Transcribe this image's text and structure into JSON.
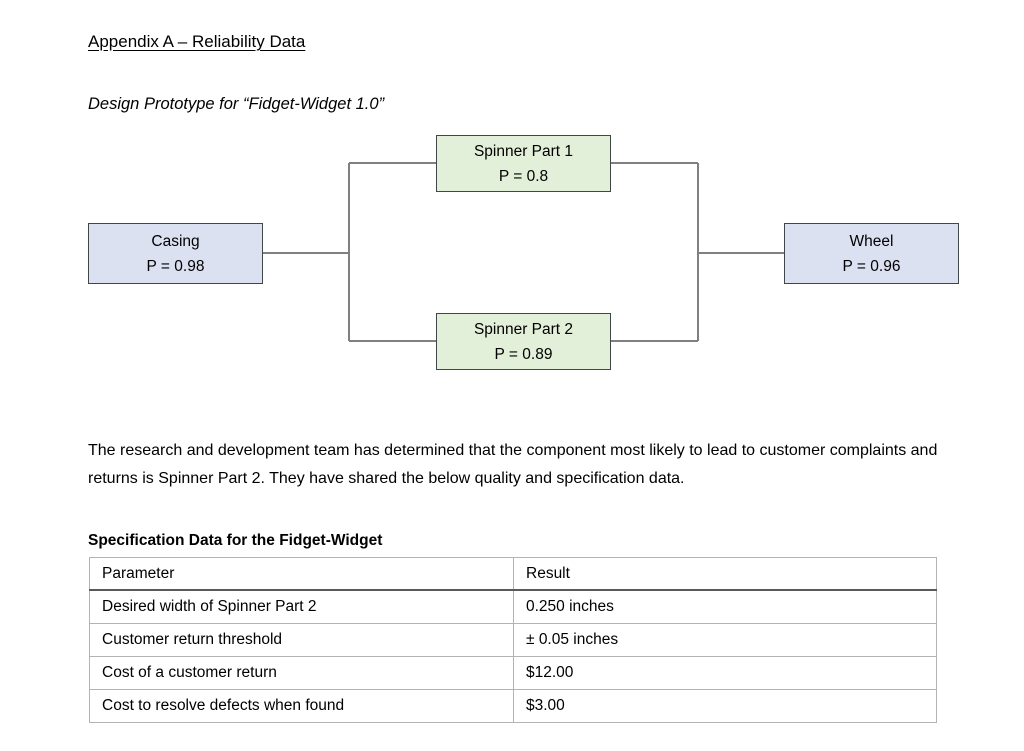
{
  "document": {
    "appendix_title": "Appendix A – Reliability Data",
    "prototype_caption": "Design Prototype for “Fidget-Widget 1.0”",
    "analysis_paragraph": "The research and development team has determined that the component most likely to lead to customer complaints and returns is Spinner Part 2. They have shared the below quality and specification data."
  },
  "diagram": {
    "type": "reliability-block-diagram",
    "colors": {
      "series_fill": "#dce1f2",
      "parallel_fill": "#e2efd9",
      "box_border": "#41464b",
      "connector": "#808080"
    },
    "nodes": [
      {
        "id": "casing",
        "label": "Casing",
        "probability": "P = 0.98",
        "value": 0.98,
        "arrangement": "series",
        "fill": "#dce1f2"
      },
      {
        "id": "spinner-1",
        "label": "Spinner Part 1",
        "probability": "P = 0.8",
        "value": 0.8,
        "arrangement": "parallel",
        "fill": "#e2efd9"
      },
      {
        "id": "spinner-2",
        "label": "Spinner Part 2",
        "probability": "P = 0.89",
        "value": 0.89,
        "arrangement": "parallel",
        "fill": "#e2efd9"
      },
      {
        "id": "wheel",
        "label": "Wheel",
        "probability": "P = 0.96",
        "value": 0.96,
        "arrangement": "series",
        "fill": "#dce1f2"
      }
    ]
  },
  "spec_table": {
    "title": "Specification Data for the Fidget-Widget",
    "columns": [
      "Parameter",
      "Result"
    ],
    "rows": [
      {
        "parameter": "Desired width of Spinner Part 2",
        "result": "0.250 inches"
      },
      {
        "parameter": "Customer return threshold",
        "result": "± 0.05 inches"
      },
      {
        "parameter": "Cost of a customer return",
        "result": "$12.00"
      },
      {
        "parameter": "Cost to resolve defects when found",
        "result": "$3.00"
      }
    ]
  }
}
